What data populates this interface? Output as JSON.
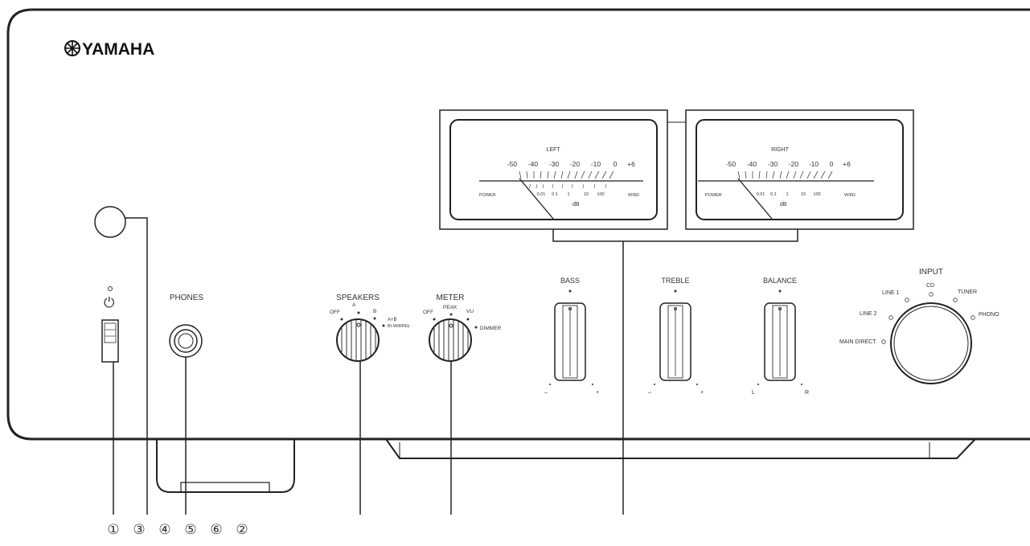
{
  "brand": {
    "logo_text": "YAMAHA"
  },
  "power": {
    "symbol": "⏻"
  },
  "phones": {
    "label": "PHONES"
  },
  "speakers": {
    "label": "SPEAKERS",
    "positions": [
      "OFF",
      "A",
      "B",
      "A+B",
      "BI-WIRING"
    ]
  },
  "meter": {
    "label": "METER",
    "positions": [
      "OFF",
      "PEAK",
      "VU"
    ],
    "dimmer_label": "DIMMER"
  },
  "vu_meters": [
    {
      "channel": "LEFT",
      "db_scale": [
        "-50",
        "-40",
        "-30",
        "-20",
        "-10",
        "0",
        "+6"
      ],
      "power_scale": [
        "0.01",
        "0.1",
        "1",
        "10",
        "100"
      ],
      "left_label": "POWER",
      "right_label": "W/8Ω",
      "unit": "dB"
    },
    {
      "channel": "RIGHT",
      "db_scale": [
        "-50",
        "-40",
        "-30",
        "-20",
        "-10",
        "0",
        "+6"
      ],
      "power_scale": [
        "0.01",
        "0.1",
        "1",
        "10",
        "100"
      ],
      "left_label": "POWER",
      "right_label": "W/8Ω",
      "unit": "dB"
    }
  ],
  "tone": [
    {
      "label": "BASS",
      "min": "–",
      "max": "+"
    },
    {
      "label": "TREBLE",
      "min": "–",
      "max": "+"
    },
    {
      "label": "BALANCE",
      "min": "L",
      "max": "R"
    }
  ],
  "input": {
    "label": "INPUT",
    "sources": [
      "MAIN DIRECT",
      "LINE 2",
      "LINE 1",
      "CD",
      "TUNER",
      "PHONO"
    ]
  },
  "callouts": [
    "①",
    "③",
    "④",
    "⑤",
    "⑥",
    "②"
  ]
}
